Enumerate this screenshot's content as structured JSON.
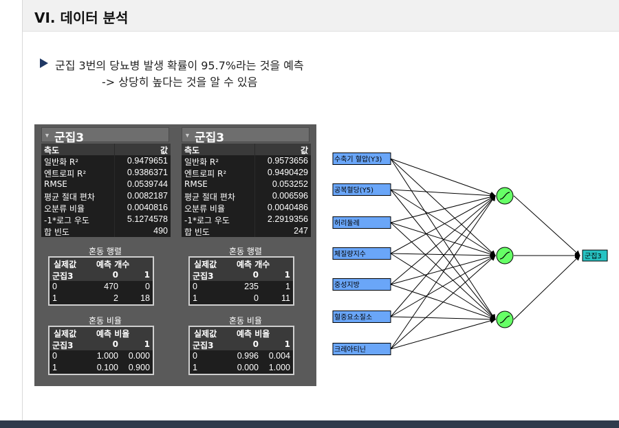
{
  "header": {
    "title": "VI. 데이터 분석"
  },
  "bullet": {
    "line1": "군집 3번의 당뇨병 발생 확률이 95.7%라는 것을 예측",
    "line2": "-> 상당히 높다는 것을 알 수 있음"
  },
  "clusters": [
    {
      "title": "군집3",
      "measure_header": "측도",
      "value_header": "값",
      "stats": [
        {
          "label": "일반화 R²",
          "value": "0.9479651"
        },
        {
          "label": "엔트로피 R²",
          "value": "0.9386371"
        },
        {
          "label": "RMSE",
          "value": "0.0539744"
        },
        {
          "label": "평균 절대 편차",
          "value": "0.0082187"
        },
        {
          "label": "오분류 비율",
          "value": "0.0040816"
        },
        {
          "label": "-1*로그 우도",
          "value": "5.1274578"
        },
        {
          "label": "합 빈도",
          "value": "490"
        }
      ],
      "confusion_matrix_label": "혼동 행렬",
      "confusion_matrix": {
        "header": [
          "실제값",
          "예측 개수"
        ],
        "subheader": [
          "군집3",
          "0",
          "1"
        ],
        "rows": [
          [
            "0",
            "470",
            "0"
          ],
          [
            "1",
            "2",
            "18"
          ]
        ]
      },
      "confusion_rate_label": "혼동 비율",
      "confusion_rate": {
        "header": [
          "실제값",
          "예측 비율"
        ],
        "subheader": [
          "군집3",
          "0",
          "1"
        ],
        "rows": [
          [
            "0",
            "1.000",
            "0.000"
          ],
          [
            "1",
            "0.100",
            "0.900"
          ]
        ]
      }
    },
    {
      "title": "군집3",
      "measure_header": "측도",
      "value_header": "값",
      "stats": [
        {
          "label": "일반화 R²",
          "value": "0.9573656"
        },
        {
          "label": "엔트로피 R²",
          "value": "0.9490429"
        },
        {
          "label": "RMSE",
          "value": "0.053252"
        },
        {
          "label": "평균 절대 편차",
          "value": "0.006596"
        },
        {
          "label": "오분류 비율",
          "value": "0.0040486"
        },
        {
          "label": "-1*로그 우도",
          "value": "2.2919356"
        },
        {
          "label": "합 빈도",
          "value": "247"
        }
      ],
      "confusion_matrix_label": "혼동 행렬",
      "confusion_matrix": {
        "header": [
          "실제값",
          "예측 개수"
        ],
        "subheader": [
          "군집3",
          "0",
          "1"
        ],
        "rows": [
          [
            "0",
            "235",
            "1"
          ],
          [
            "1",
            "0",
            "11"
          ]
        ]
      },
      "confusion_rate_label": "혼동 비율",
      "confusion_rate": {
        "header": [
          "실제값",
          "예측 비율"
        ],
        "subheader": [
          "군집3",
          "0",
          "1"
        ],
        "rows": [
          [
            "0",
            "0.996",
            "0.004"
          ],
          [
            "1",
            "0.000",
            "1.000"
          ]
        ]
      }
    }
  ],
  "neural_net": {
    "inputs": [
      "수축기 혈압(Y3)",
      "공복혈당(Y5)",
      "허리둘레",
      "체질량지수",
      "중성지방",
      "혈중요소질소",
      "크레아티닌"
    ],
    "output": "군집3",
    "colors": {
      "input_box": "#6aa6f8",
      "hidden_node": "#66ff66",
      "output_box": "#27c3c3"
    }
  },
  "colors": {
    "panel_bg": "#5a5a5a",
    "table_bg": "#1e1e1e",
    "footer": "#2f3b4c",
    "bullet": "#1f3864"
  }
}
